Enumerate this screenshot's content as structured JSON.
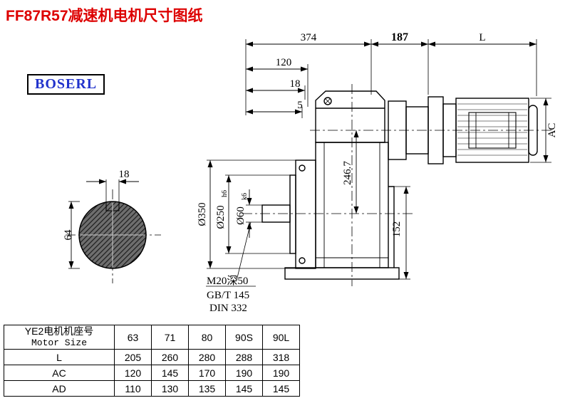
{
  "page": {
    "title": "FF87R57减速机电机尺寸图纸",
    "logo": "BOSERL"
  },
  "colors": {
    "title": "#dd0000",
    "logo_text": "#2233cc",
    "line": "#000000"
  },
  "drawing": {
    "dims": {
      "overall_374": "374",
      "motor_187": "187",
      "length_L": "L",
      "d_120": "120",
      "d_18": "18",
      "d_5": "5",
      "ac_label": "AC",
      "axis_height": "246.7",
      "d_152": "152",
      "flange_dia": "Ø350",
      "spigot_dia": "Ø250",
      "spigot_tol": "h6",
      "shaft_dia": "Ø60",
      "shaft_tol": "k6",
      "key_width": "18",
      "shaft_flat": "64"
    },
    "notes": {
      "tap": "M20深50",
      "std1": "GB/T 145",
      "std2": "DIN 332"
    }
  },
  "table": {
    "header_cn": "YE2电机机座号",
    "header_en": "Motor Size",
    "columns": [
      "63",
      "71",
      "80",
      "90S",
      "90L"
    ],
    "rows": [
      {
        "label": "L",
        "values": [
          "205",
          "260",
          "280",
          "288",
          "318"
        ]
      },
      {
        "label": "AC",
        "values": [
          "120",
          "145",
          "170",
          "190",
          "190"
        ]
      },
      {
        "label": "AD",
        "values": [
          "110",
          "130",
          "135",
          "145",
          "145"
        ]
      }
    ]
  }
}
